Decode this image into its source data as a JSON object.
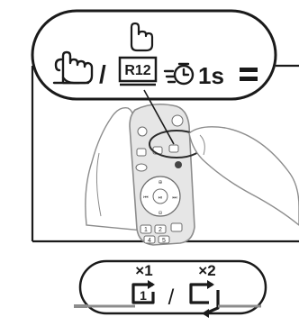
{
  "instruction": {
    "press_icon": "finger-press-button-icon",
    "separator": "/",
    "key_label": "R12",
    "hold_icon": "stopwatch-icon",
    "duration": "1s",
    "result_icon": "equals-icon"
  },
  "remote": {
    "illustration": "hand-holding-remote-illustration",
    "key_numbers": [
      "1",
      "2",
      "4",
      "5"
    ]
  },
  "repeat_modes": {
    "mode_one_count": "×1",
    "mode_one_icon_digit": "1",
    "mode_one_icon": "repeat-one-icon",
    "separator": "/",
    "mode_all_count": "×2",
    "mode_all_icon": "repeat-all-icon"
  },
  "colors": {
    "line": "#1a1a1a",
    "gray_outline": "#8c8c8c",
    "remote_body": "#e6e6e6",
    "highlight_ring": "#2b2b2b"
  }
}
